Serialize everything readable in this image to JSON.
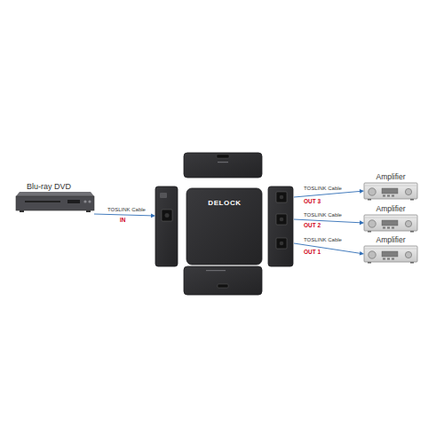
{
  "diagram": {
    "nodes": [
      {
        "text": [
          "Blu-ray DVD"
        ]
      },
      {
        "text": [
          "DELOCK"
        ]
      },
      {
        "text": [
          "Amplifier"
        ]
      },
      {
        "text": [
          "Amplifier"
        ]
      },
      {
        "text": [
          "Amplifier"
        ]
      }
    ],
    "edges": [
      {
        "from": 0,
        "to": 1,
        "arrow": "to",
        "label": "TOSLINK Cable"
      },
      {
        "from": 1,
        "to": 2,
        "arrow": "to",
        "label": "TOSLINK Cable"
      },
      {
        "from": 1,
        "to": 3,
        "arrow": "to",
        "label": "TOSLINK Cable"
      },
      {
        "from": 1,
        "to": 4,
        "arrow": "to",
        "label": "TOSLINK Cable"
      }
    ],
    "labels": [
      "IN",
      "OUT 3",
      "OUT 2",
      "OUT 1"
    ]
  }
}
